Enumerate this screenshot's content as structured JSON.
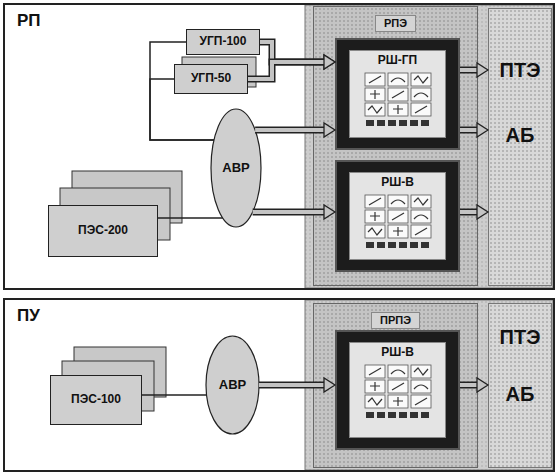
{
  "diagram": {
    "nodes": [
      {
        "text": [
          "РП"
        ]
      },
      {
        "text": [
          "УГП-100"
        ],
        "in": 0
      },
      {
        "text": [
          "УГП-50"
        ],
        "in": 0
      },
      {
        "text": [
          "АВР"
        ],
        "in": 0
      },
      {
        "text": [
          "ПЭС-200"
        ],
        "in": 0
      },
      {
        "text": [
          "РПЭ"
        ],
        "in": 0
      },
      {
        "text": [
          "РШ-ГП"
        ],
        "in": 5
      },
      {
        "text": [
          "РШ-В"
        ],
        "in": 5
      },
      {
        "text": [
          "ПТЭ",
          "АБ"
        ],
        "in": 0
      },
      {
        "text": [
          "ПУ"
        ]
      },
      {
        "text": [
          "ПЭС-100"
        ],
        "in": 9
      },
      {
        "text": [
          "АВР"
        ],
        "in": 9
      },
      {
        "text": [
          "ПРПЭ"
        ],
        "in": 9
      },
      {
        "text": [
          "РШ-В"
        ],
        "in": 12
      },
      {
        "text": [
          "ПТЭ",
          "АБ"
        ],
        "in": 9
      }
    ],
    "edges": [
      {
        "from": 4,
        "to": 3,
        "arrow": "none"
      },
      {
        "from": 3,
        "to": 1,
        "arrow": "none"
      },
      {
        "from": 3,
        "to": 2,
        "arrow": "none"
      },
      {
        "from": 1,
        "to": 6,
        "arrow": "to"
      },
      {
        "from": 2,
        "to": 6,
        "arrow": "to"
      },
      {
        "from": 3,
        "to": 6,
        "arrow": "to"
      },
      {
        "from": 3,
        "to": 7,
        "arrow": "to"
      },
      {
        "from": 6,
        "to": 8,
        "arrow": "to"
      },
      {
        "from": 6,
        "to": 8,
        "arrow": "to"
      },
      {
        "from": 7,
        "to": 8,
        "arrow": "to"
      },
      {
        "from": 10,
        "to": 11,
        "arrow": "none"
      },
      {
        "from": 11,
        "to": 13,
        "arrow": "to"
      },
      {
        "from": 13,
        "to": 14,
        "arrow": "to"
      }
    ]
  }
}
